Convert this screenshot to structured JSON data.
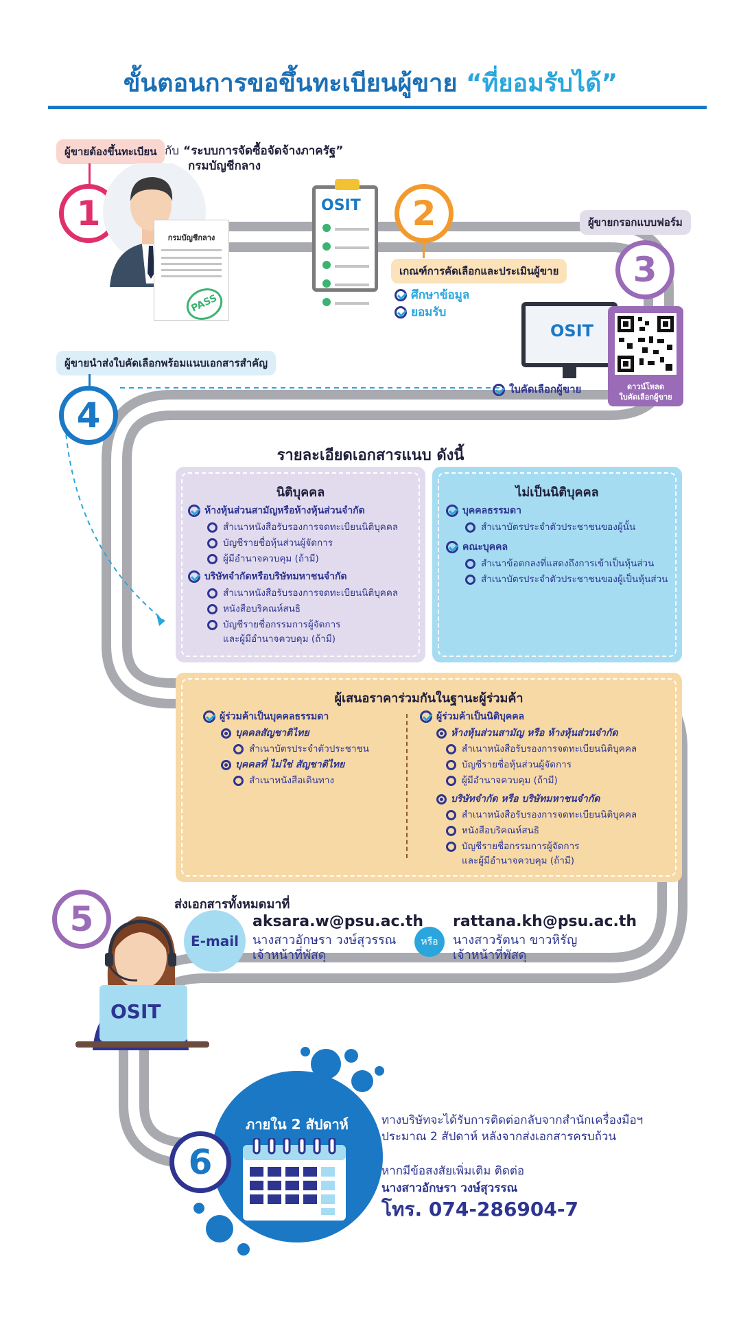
{
  "header": {
    "title_main": "ขั้นตอนการขอขึ้นทะเบียนผู้ขาย",
    "title_highlight": "“ที่ยอมรับได้”"
  },
  "step1": {
    "number": "1",
    "tag": "ผู้ขายต้องขึ้นทะเบียน",
    "with": "กับ",
    "system": "“ระบบการจัดซื้อจัดจ้างภาครัฐ”",
    "agency": "กรมบัญชีกลาง",
    "doc_header": "กรมบัญชีกลาง",
    "stamp": "PASS"
  },
  "step2": {
    "number": "2",
    "logo": "OSIT",
    "criteria": "เกณฑ์การคัดเลือกและประเมินผู้ขาย",
    "items": [
      "ศึกษาข้อมูล",
      "ยอมรับ"
    ]
  },
  "step3": {
    "number": "3",
    "tag": "ผู้ขายกรอกแบบฟอร์ม",
    "logo": "OSIT",
    "download": "ดาวน์โหลด",
    "download2": "ใบคัดเลือกผู้ขาย",
    "form": "ใบคัดเลือกผู้ขาย"
  },
  "step4": {
    "number": "4",
    "tag": "ผู้ขายนำส่งใบคัดเลือกพร้อมแนบเอกสารสำคัญ"
  },
  "docs": {
    "title": "รายละเอียดเอกสารแนบ ดังนี้",
    "juristic": {
      "title": "นิติบุคคล",
      "g1": "ห้างหุ้นส่วนสามัญหรือห้างหุ้นส่วนจำกัด",
      "g1_items": [
        "สำเนาหนังสือรับรองการจดทะเบียนนิติบุคคล",
        "บัญชีรายชื่อหุ้นส่วนผู้จัดการ",
        "ผู้มีอำนาจควบคุม (ถ้ามี)"
      ],
      "g2": "บริษัทจำกัดหรือบริษัทมหาชนจำกัด",
      "g2_items": [
        "สำเนาหนังสือรับรองการจดทะเบียนนิติบุคคล",
        "หนังสือบริคณห์สนธิ",
        "บัญชีรายชื่อกรรมการผู้จัดการ"
      ],
      "g2_cont": "และผู้มีอำนาจควบคุม (ถ้ามี)"
    },
    "non_juristic": {
      "title": "ไม่เป็นนิติบุคคล",
      "g1": "บุคคลธรรมดา",
      "g1_items": [
        "สำเนาบัตรประจำตัวประชาชนของผู้นั้น"
      ],
      "g2": "คณะบุคคล",
      "g2_items": [
        "สำเนาข้อตกลงที่แสดงถึงการเข้าเป็นหุ้นส่วน",
        "สำเนาบัตรประจำตัวประชาชนของผู้เป็นหุ้นส่วน"
      ]
    },
    "joint": {
      "title": "ผู้เสนอราคาร่วมกันในฐานะผู้ร่วมค้า",
      "left_head": "ผู้ร่วมค้าเป็นบุคคลธรรมดา",
      "left_a": "บุคคลสัญชาติไทย",
      "left_a_item": "สำเนาบัตรประจำตัวประชาชน",
      "left_b": "บุคคลที่ ไม่ใช่ สัญชาติไทย",
      "left_b_item": "สำเนาหนังสือเดินทาง",
      "right_head": "ผู้ร่วมค้าเป็นนิติบุคคล",
      "right_a": "ห้างหุ้นส่วนสามัญ หรือ ห้างหุ้นส่วนจำกัด",
      "right_a_items": [
        "สำเนาหนังสือรับรองการจดทะเบียนนิติบุคคล",
        "บัญชีรายชื่อหุ้นส่วนผู้จัดการ",
        "ผู้มีอำนาจควบคุม (ถ้ามี)"
      ],
      "right_b": "บริษัทจำกัด หรือ บริษัทมหาชนจำกัด",
      "right_b_items": [
        "สำเนาหนังสือรับรองการจดทะเบียนนิติบุคคล",
        "หนังสือบริคณห์สนธิ",
        "บัญชีรายชื่อกรรมการผู้จัดการ"
      ],
      "right_b_cont": "และผู้มีอำนาจควบคุม (ถ้ามี)"
    }
  },
  "step5": {
    "number": "5",
    "heading": "ส่งเอกสารทั้งหมดมาที่",
    "badge": "E-mail",
    "or": "หรือ",
    "contact1": {
      "email": "aksara.w@psu.ac.th",
      "name": "นางสาวอักษรา วงษ์สุวรรณ",
      "role": "เจ้าหน้าที่พัสดุ"
    },
    "contact2": {
      "email": "rattana.kh@psu.ac.th",
      "name": "นางสาวรัตนา ขาวหิรัญ",
      "role": "เจ้าหน้าที่พัสดุ"
    },
    "logo": "OSIT"
  },
  "step6": {
    "number": "6",
    "within": "ภายใน 2 สัปดาห์",
    "line1": "ทางบริษัทจะได้รับการติดต่อกลับจากสำนักเครื่องมือฯ",
    "line2": "ประมาณ 2 สัปดาห์ หลังจากส่งเอกสารครบถ้วน",
    "line3": "หากมีข้อสงสัยเพิ่มเติม ติดต่อ",
    "contact": "นางสาวอักษรา วงษ์สุวรรณ",
    "phone": "โทร. 074-286904-7"
  },
  "colors": {
    "primary": "#1b78c4",
    "accent": "#2aa6dd",
    "navy": "#2d3590",
    "pink": "#e0306a",
    "orange": "#f39a2e",
    "purple": "#9a6bb7"
  }
}
